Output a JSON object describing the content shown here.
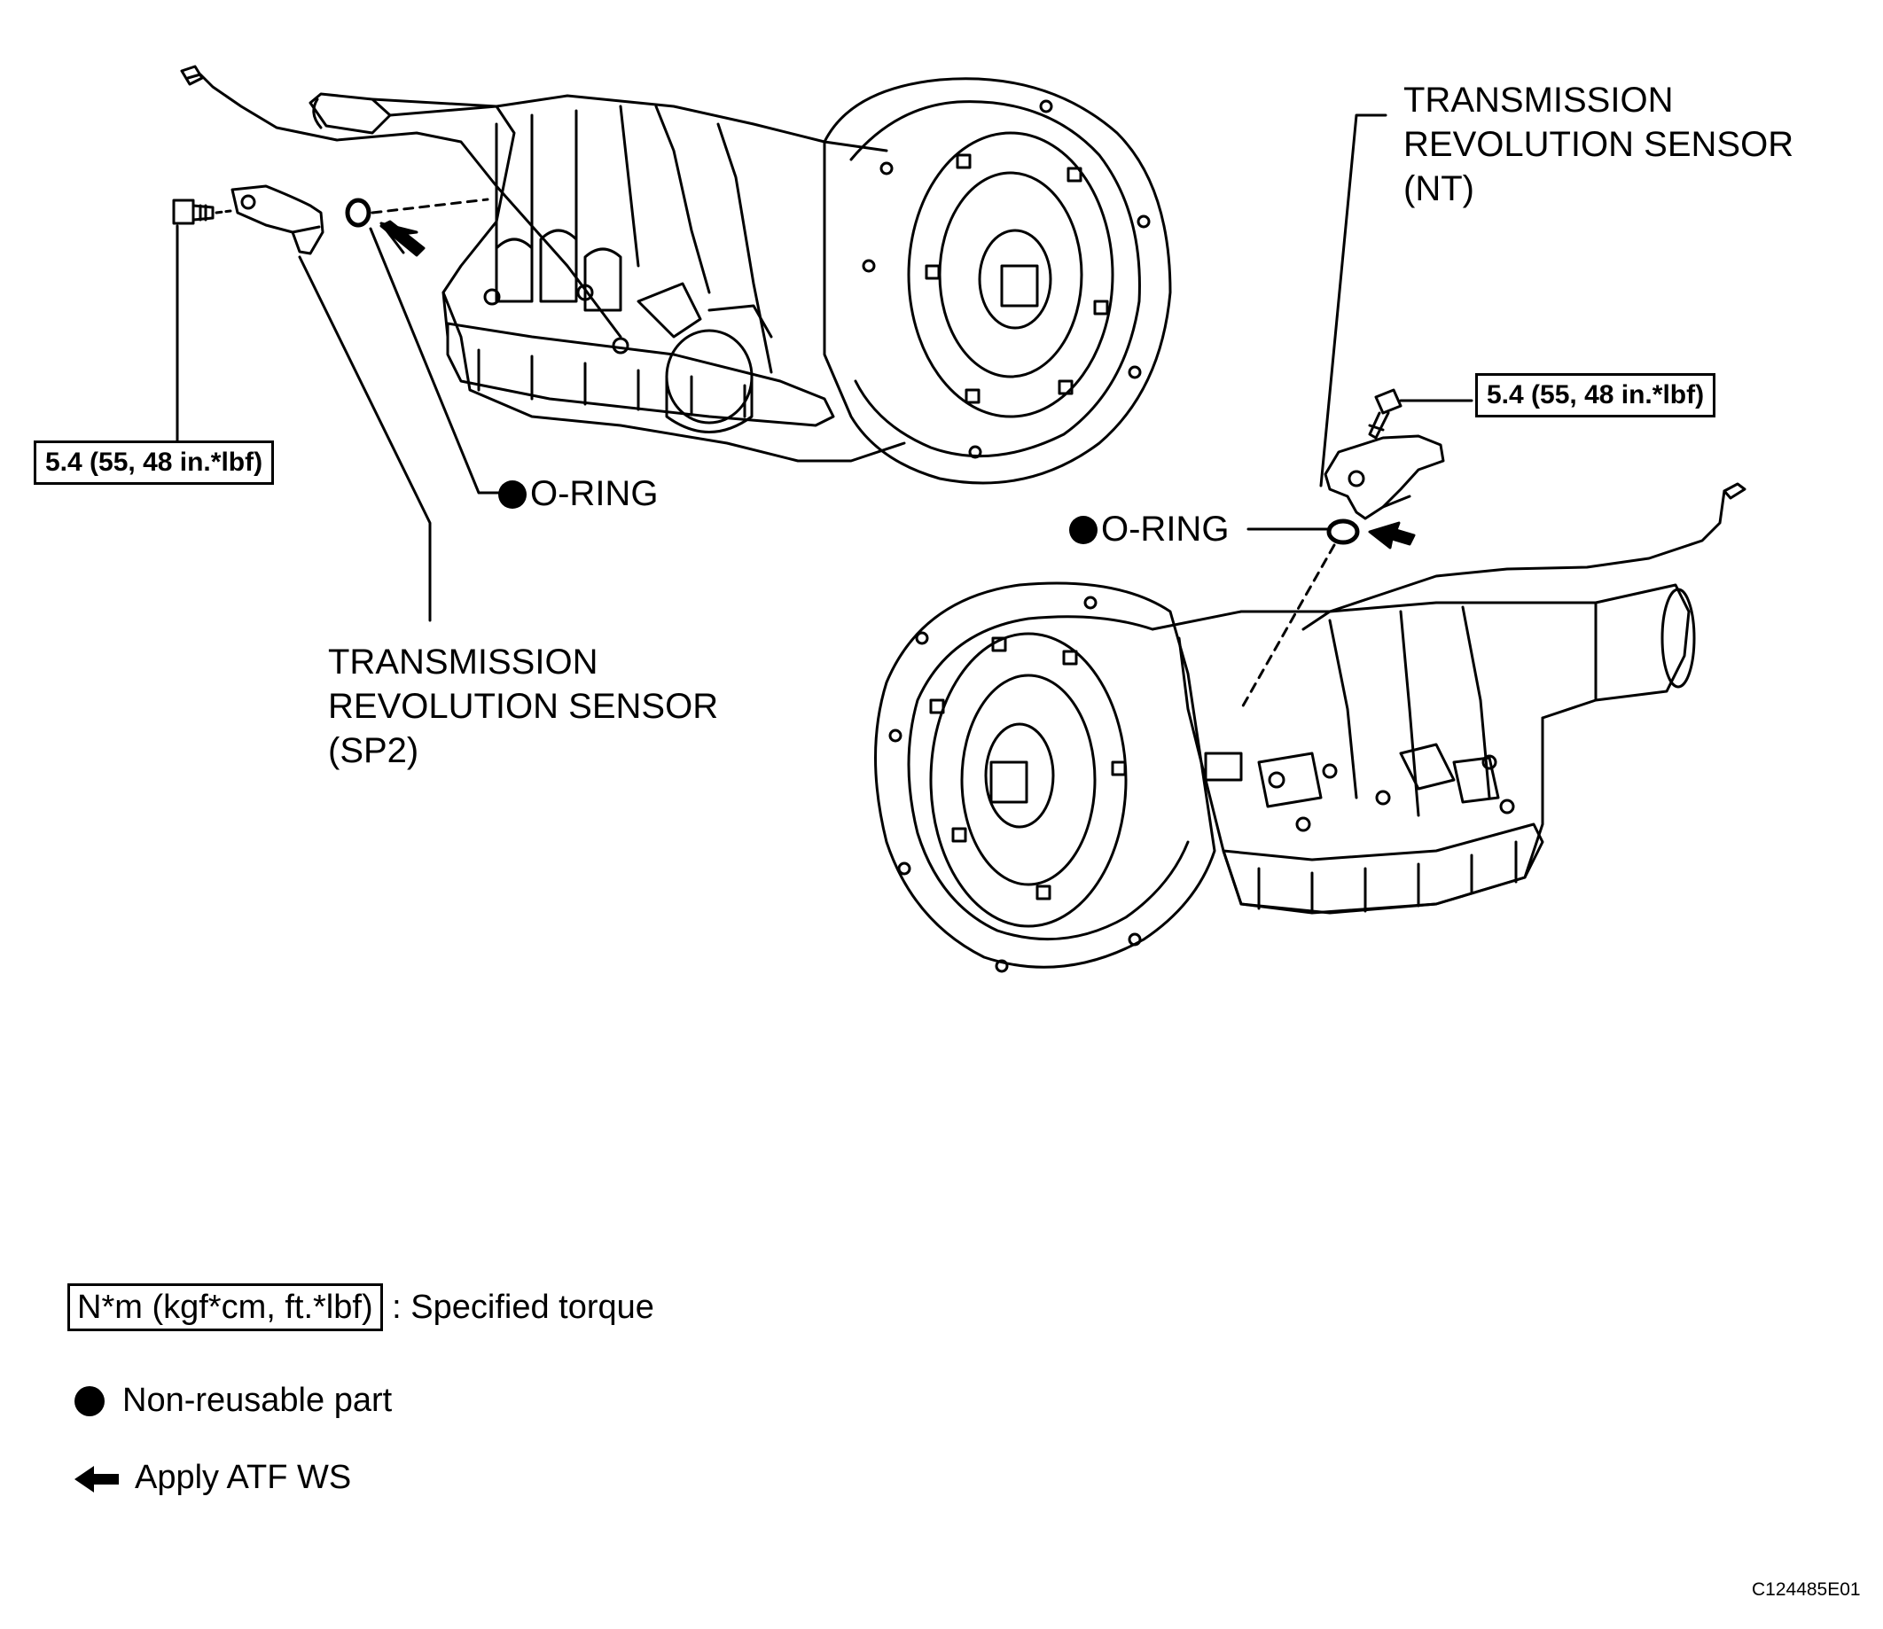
{
  "labels": {
    "nt_sensor": [
      "TRANSMISSION",
      "REVOLUTION SENSOR",
      "(NT)"
    ],
    "sp2_sensor": [
      "TRANSMISSION",
      "REVOLUTION SENSOR",
      "(SP2)"
    ],
    "oring_left": "O-RING",
    "oring_right": "O-RING"
  },
  "torque": {
    "left": "5.4 (55, 48 in.*lbf)",
    "right": "5.4 (55, 48 in.*lbf)"
  },
  "legend": {
    "torque_box": "N*m (kgf*cm, ft.*lbf)",
    "torque_text": ": Specified torque",
    "nonreusable": "Non-reusable part",
    "atf": "Apply ATF WS"
  },
  "figure_code": "C124485E01",
  "icons": {
    "nonreusable": "filled-circle-icon",
    "atf": "left-arrow-icon"
  }
}
